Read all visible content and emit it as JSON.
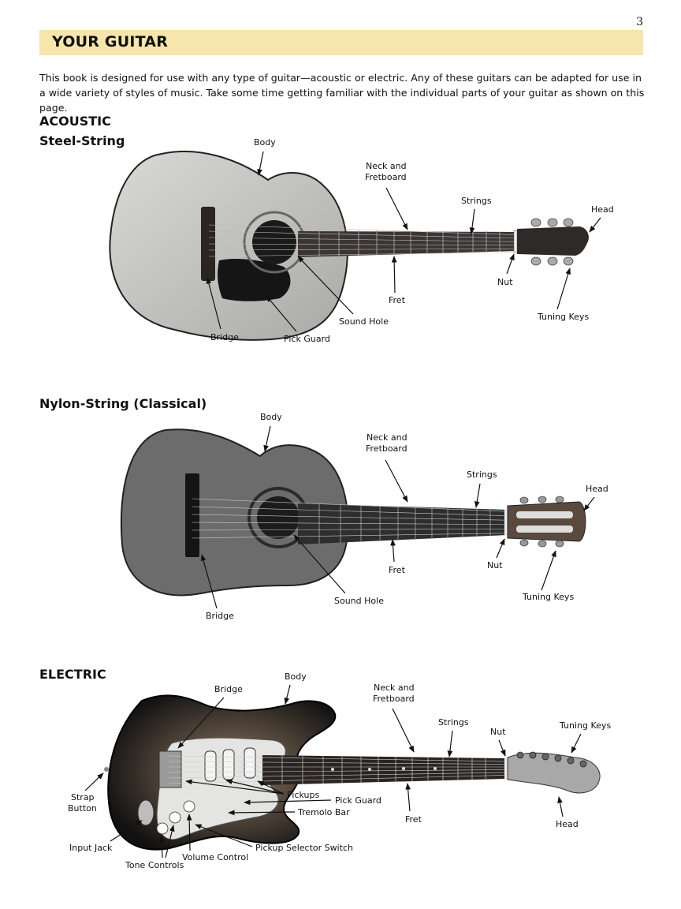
{
  "page_number": "3",
  "banner_title": "YOUR GUITAR",
  "intro": "This book is designed for use with any type of guitar—acoustic or electric.  Any of these guitars can be adapted for use in a wide variety of styles of music.  Take some time getting familiar with the individual parts of your guitar as shown on this page.",
  "acoustic": {
    "heading": "ACOUSTIC",
    "subheading": "Steel-String",
    "labels": {
      "body": "Body",
      "neck1": "Neck and",
      "neck2": "Fretboard",
      "strings": "Strings",
      "head": "Head",
      "nut": "Nut",
      "fret": "Fret",
      "tuning_keys": "Tuning Keys",
      "sound_hole": "Sound Hole",
      "bridge": "Bridge",
      "pick_guard": "Pick Guard"
    }
  },
  "classical": {
    "heading": "Nylon-String (Classical)",
    "labels": {
      "body": "Body",
      "neck1": "Neck and",
      "neck2": "Fretboard",
      "strings": "Strings",
      "head": "Head",
      "nut": "Nut",
      "fret": "Fret",
      "tuning_keys": "Tuning Keys",
      "sound_hole": "Sound Hole",
      "bridge": "Bridge"
    }
  },
  "electric": {
    "heading": "ELECTRIC",
    "labels": {
      "body": "Body",
      "bridge": "Bridge",
      "neck1": "Neck and",
      "neck2": "Fretboard",
      "strings": "Strings",
      "nut": "Nut",
      "tuning_keys": "Tuning Keys",
      "strap1": "Strap",
      "strap2": "Button",
      "pickups": "Pickups",
      "pick_guard": "Pick Guard",
      "tremolo_bar": "Tremolo Bar",
      "fret": "Fret",
      "head": "Head",
      "input_jack": "Input Jack",
      "volume_control": "Volume Control",
      "pickup_selector": "Pickup Selector Switch",
      "tone_controls": "Tone Controls"
    }
  }
}
